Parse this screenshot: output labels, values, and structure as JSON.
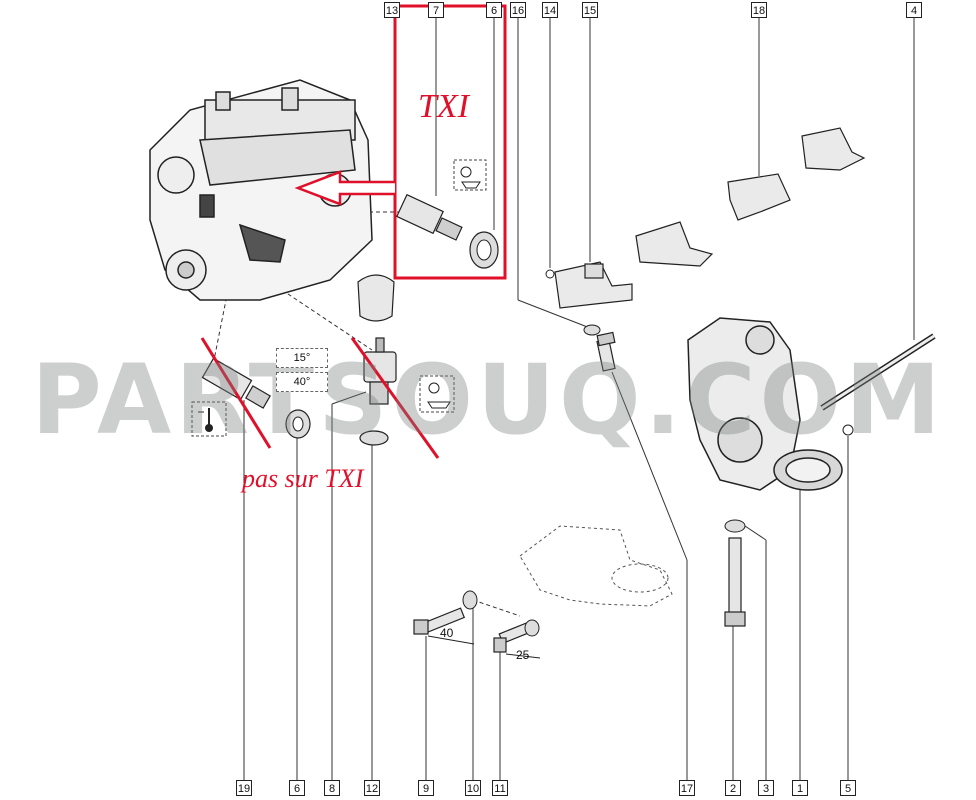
{
  "callouts": {
    "top": [
      "13",
      "7",
      "6",
      "16",
      "14",
      "15",
      "18",
      "4"
    ],
    "bottom": [
      "19",
      "6",
      "8",
      "12",
      "9",
      "10",
      "11",
      "17",
      "2",
      "3",
      "1",
      "5"
    ]
  },
  "notes": {
    "txi": "TXI",
    "pas_sur_txi": "pas sur TXI"
  },
  "torque": {
    "upper": "15°",
    "lower": "40°"
  },
  "dimensions": {
    "bolt_long": "40",
    "bolt_short": "25"
  },
  "watermark": "PARTSOUQ.COM",
  "colors": {
    "highlight_red": "#e0102a",
    "line": "#222222",
    "watermark": "#8a948e"
  },
  "icons": [
    "oil-pressure-icon",
    "oil-level-icon",
    "thermometer-icon"
  ]
}
